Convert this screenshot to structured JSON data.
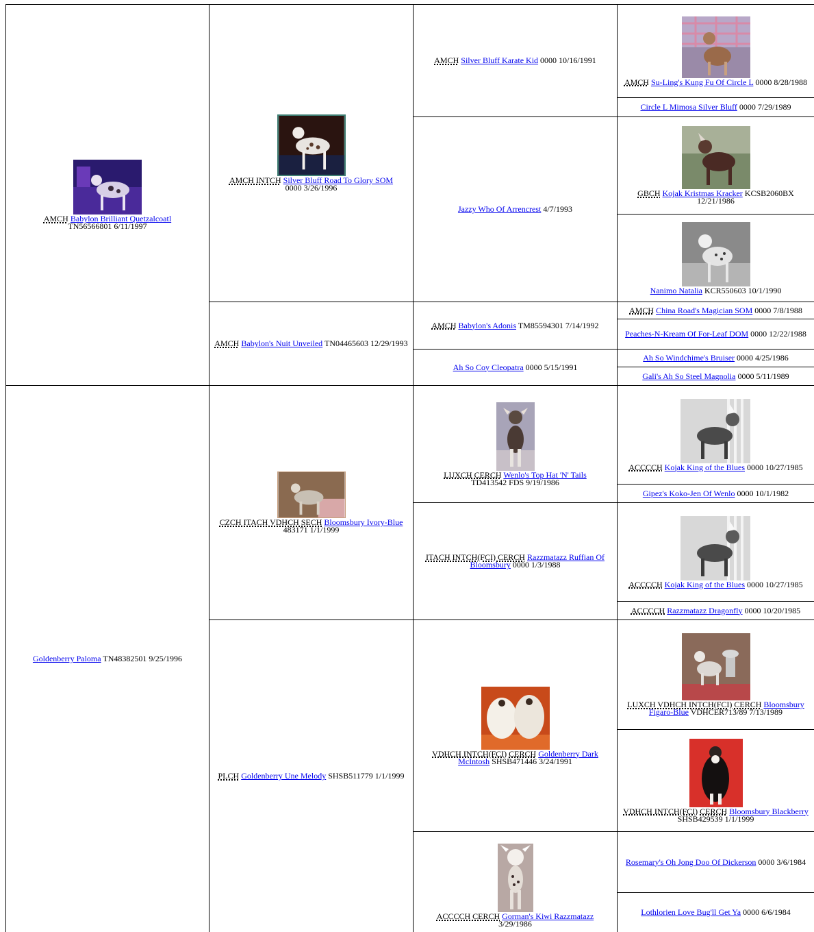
{
  "gen1": [
    {
      "title": "AMCH",
      "name": "Babylon Brilliant Quetzalcoatl",
      "info": "TN56566801 6/11/1997"
    },
    {
      "title": "",
      "name": "Goldenberry Paloma",
      "info": "TN48382501 9/25/1996"
    }
  ],
  "gen2": [
    {
      "title": "AMCH INTCH",
      "name": "Silver Bluff Road To Glory SOM",
      "info": "0000 3/26/1996"
    },
    {
      "title": "AMCH",
      "name": "Babylon's Nuit Unveiled",
      "info": "TN04465603 12/29/1993"
    },
    {
      "title": "CZCH ITACH VDHCH SECH",
      "name": "Bloomsbury Ivory-Blue",
      "info": "483171 1/1/1999"
    },
    {
      "title": "PLCH",
      "name": "Goldenberry Une Melody",
      "info": "SHSB511779 1/1/1999"
    }
  ],
  "gen3": [
    {
      "title": "AMCH",
      "name": "Silver Bluff Karate Kid",
      "info": "0000 10/16/1991"
    },
    {
      "title": "",
      "name": "Jazzy Who Of Arrencrest",
      "info": "4/7/1993"
    },
    {
      "title": "AMCH",
      "name": "Babylon's Adonis",
      "info": "TM85594301 7/14/1992"
    },
    {
      "title": "",
      "name": "Ah So Coy Cleopatra",
      "info": "0000 5/15/1991"
    },
    {
      "title": "LUXCH CERCH",
      "name": "Wenlo's Top Hat 'N' Tails",
      "info": "TD413542 FDS 9/19/1986"
    },
    {
      "title": "ITACH INTCH(FCI) CERCH",
      "name": "Razzmatazz Ruffian Of Bloomsbury",
      "info": "0000 1/3/1988"
    },
    {
      "title": "VDHCH INTCH(FCI) CERCH",
      "name": "Goldenberry Dark McIntosh",
      "info": "SHSB471446 3/24/1991"
    },
    {
      "title": "ACCCCH CERCH",
      "name": "Gorman's Kiwi Razzmatazz",
      "info": "3/29/1986"
    }
  ],
  "gen4": [
    {
      "title": "AMCH",
      "name": "Su-Ling's Kung Fu Of Circle L",
      "info": "0000 8/28/1988"
    },
    {
      "title": "",
      "name": "Circle L Mimosa Silver Bluff",
      "info": "0000 7/29/1989"
    },
    {
      "title": "GBCH",
      "name": "Kojak Kristmas Kracker",
      "info": "KCSB2060BX 12/21/1986"
    },
    {
      "title": "",
      "name": "Nanimo Natalia",
      "info": "KCR550603 10/1/1990"
    },
    {
      "title": "AMCH",
      "name": "China Road's Magician SOM",
      "info": "0000 7/8/1988"
    },
    {
      "title": "",
      "name": "Peaches-N-Kream Of For-Leaf DOM",
      "info": "0000 12/22/1988"
    },
    {
      "title": "",
      "name": "Ah So Windchime's Bruiser",
      "info": "0000 4/25/1986"
    },
    {
      "title": "",
      "name": "Gali's Ah So Steel Magnolia",
      "info": "0000 5/11/1989"
    },
    {
      "title": "ACCCCH",
      "name": "Kojak King of the Blues",
      "info": "0000 10/27/1985"
    },
    {
      "title": "",
      "name": "Gipez's Koko-Jen Of Wenlo",
      "info": "0000 10/1/1982"
    },
    {
      "title": "ACCCCH",
      "name": "Kojak King of the Blues",
      "info": "0000 10/27/1985"
    },
    {
      "title": "ACCCCH",
      "name": "Razzmatazz Dragonfly",
      "info": "0000 10/20/1985"
    },
    {
      "title": "LUXCH VDHCH INTCH(FCI) CERCH",
      "name": "Bloomsbury Figaro-Blue",
      "info": "VDHCER713/89 7/13/1989"
    },
    {
      "title": "VDHCH INTCH(FCI) CERCH",
      "name": "Bloomsbury Blackberry",
      "info": "SHSB429539 1/1/1999"
    },
    {
      "title": "",
      "name": "Rosemary's Oh Jong Doo Of Dickerson",
      "info": "0000 3/6/1984"
    },
    {
      "title": "",
      "name": "Lothlorien Love Bug'll Get Ya",
      "info": "0000 6/6/1984"
    }
  ]
}
